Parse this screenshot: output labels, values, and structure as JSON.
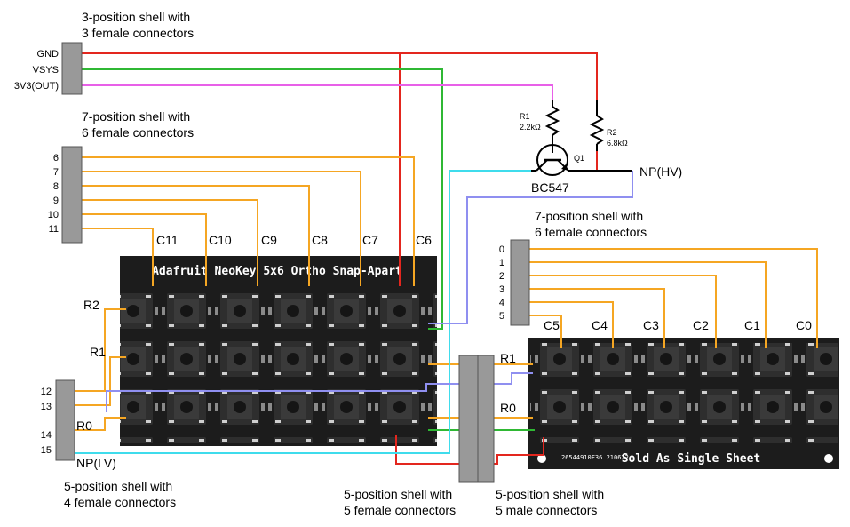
{
  "colors": {
    "red": "#e3261e",
    "green": "#2fb834",
    "magenta": "#e860e8",
    "orange": "#f5a623",
    "cyan": "#3fdcec",
    "blue": "#8f8ff0",
    "board": "#1c1c1c",
    "shell": "#999999"
  },
  "shells": {
    "s3": {
      "desc1": "3-position shell with",
      "desc2": "3 female connectors",
      "pins": [
        "GND",
        "VSYS",
        "3V3(OUT)"
      ]
    },
    "s7a": {
      "desc1": "7-position shell with",
      "desc2": "6 female connectors",
      "pins": [
        "6",
        "7",
        "8",
        "9",
        "10",
        "11"
      ]
    },
    "s7b": {
      "desc1": "7-position shell with",
      "desc2": "6 female connectors",
      "pins": [
        "0",
        "1",
        "2",
        "3",
        "4",
        "5"
      ]
    },
    "s5a": {
      "desc1": "5-position shell with",
      "desc2": "4 female connectors",
      "pins": [
        "12",
        "13",
        "14",
        "15"
      ]
    },
    "s5f": {
      "desc1": "5-position shell with",
      "desc2": "5 female connectors"
    },
    "s5m": {
      "desc1": "5-position shell with",
      "desc2": "5 male connectors"
    }
  },
  "components": {
    "r1": {
      "name": "R1",
      "value": "2.2kΩ"
    },
    "r2": {
      "name": "R2",
      "value": "6.8kΩ"
    },
    "q1": {
      "name": "Q1",
      "part": "BC547"
    },
    "np_hv": "NP(HV)",
    "np_lv": "NP(LV)"
  },
  "board1": {
    "title": "Adafruit NeoKey 5x6 Ortho Snap-Apart",
    "cols": [
      "C11",
      "C10",
      "C9",
      "C8",
      "C7",
      "C6"
    ],
    "rows": [
      "R2",
      "R1",
      "R0"
    ]
  },
  "board2": {
    "title": "Sold As Single Sheet",
    "code": "26544910F36 210622",
    "cols": [
      "C5",
      "C4",
      "C3",
      "C2",
      "C1",
      "C0"
    ],
    "rows": [
      "R1",
      "R0"
    ]
  }
}
